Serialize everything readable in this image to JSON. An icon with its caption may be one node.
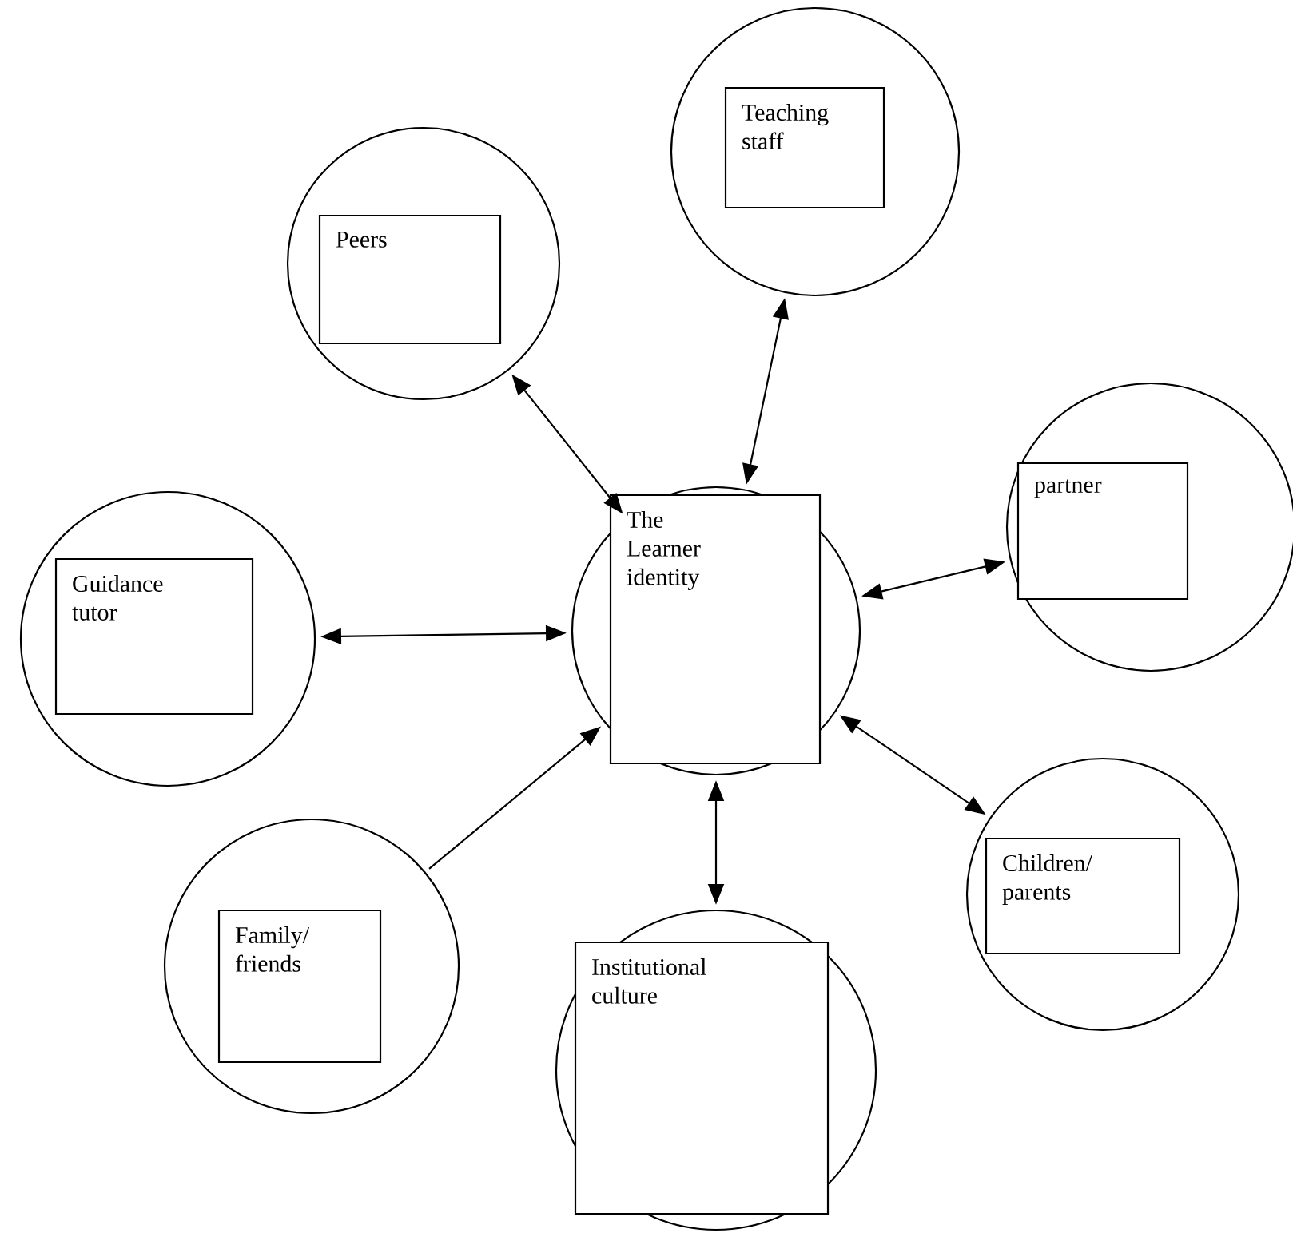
{
  "diagram": {
    "nodes": [
      {
        "text": [],
        "shape": "circle"
      },
      {
        "text": [
          "Teaching staff"
        ],
        "in": 0
      },
      {
        "text": [],
        "shape": "circle"
      },
      {
        "text": [
          "Peers"
        ],
        "in": 2
      },
      {
        "text": [],
        "shape": "circle"
      },
      {
        "text": [
          "partner"
        ],
        "in": 4
      },
      {
        "text": [],
        "shape": "circle"
      },
      {
        "text": [
          "Guidance tutor"
        ],
        "in": 6
      },
      {
        "text": [],
        "shape": "circle"
      },
      {
        "text": [
          "The Learner identity"
        ],
        "in": 8
      },
      {
        "text": [],
        "shape": "circle"
      },
      {
        "text": [
          "Children/ parents"
        ],
        "in": 10
      },
      {
        "text": [],
        "shape": "circle"
      },
      {
        "text": [
          "Family/ friends"
        ],
        "in": 12
      },
      {
        "text": [],
        "shape": "circle"
      },
      {
        "text": [
          "Institutional culture"
        ],
        "in": 14
      }
    ],
    "edges": [
      {
        "from": 8,
        "to": 0,
        "arrow": "both"
      },
      {
        "from": 8,
        "to": 2,
        "arrow": "both"
      },
      {
        "from": 8,
        "to": 4,
        "arrow": "both"
      },
      {
        "from": 8,
        "to": 6,
        "arrow": "both"
      },
      {
        "from": 8,
        "to": 10,
        "arrow": "both"
      },
      {
        "from": 12,
        "to": 8,
        "arrow": "to"
      },
      {
        "from": 8,
        "to": 14,
        "arrow": "both"
      }
    ]
  }
}
